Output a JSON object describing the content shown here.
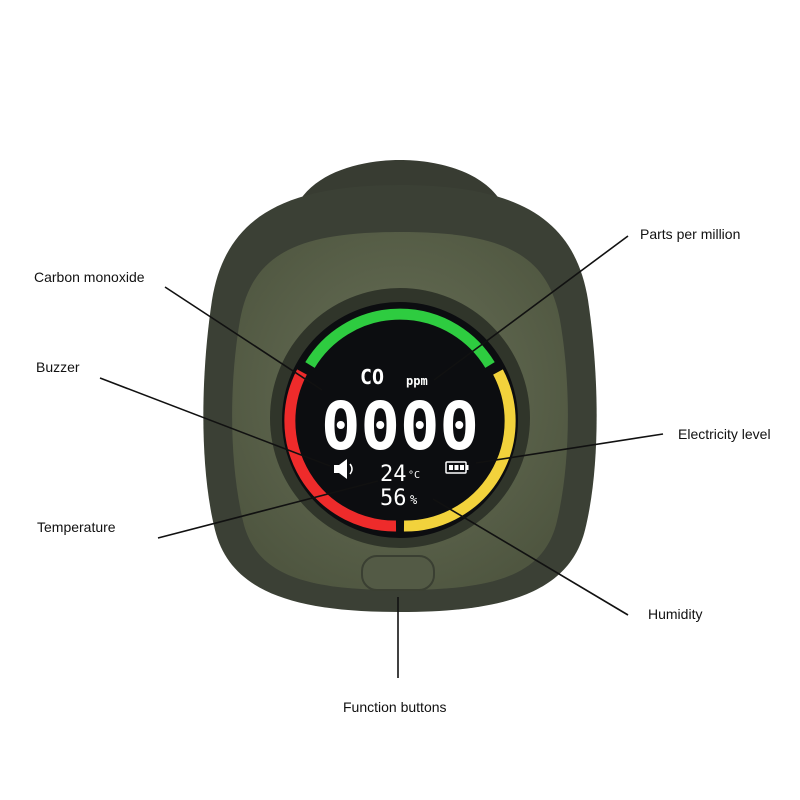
{
  "callouts": {
    "carbon_monoxide": "Carbon monoxide",
    "parts_per_million": "Parts per million",
    "buzzer": "Buzzer",
    "electricity_level": "Electricity  level",
    "temperature": "Temperature",
    "humidity": "Humidity",
    "function_buttons": "Function buttons"
  },
  "display": {
    "gas": "CO",
    "unit": "ppm",
    "reading": "0000",
    "temperature": "24",
    "temperature_unit": "°C",
    "humidity": "56",
    "humidity_unit": "%"
  },
  "colors": {
    "body_outer": "#3e4337",
    "body_face": "#5a6249",
    "bezel": "#2d3128",
    "screen": "#0c0d10",
    "arc_green": "#2ecc40",
    "arc_red": "#ee2b2b",
    "arc_yellow": "#f2d23c"
  },
  "icons": {
    "buzzer": "speaker-icon",
    "battery": "battery-icon"
  }
}
